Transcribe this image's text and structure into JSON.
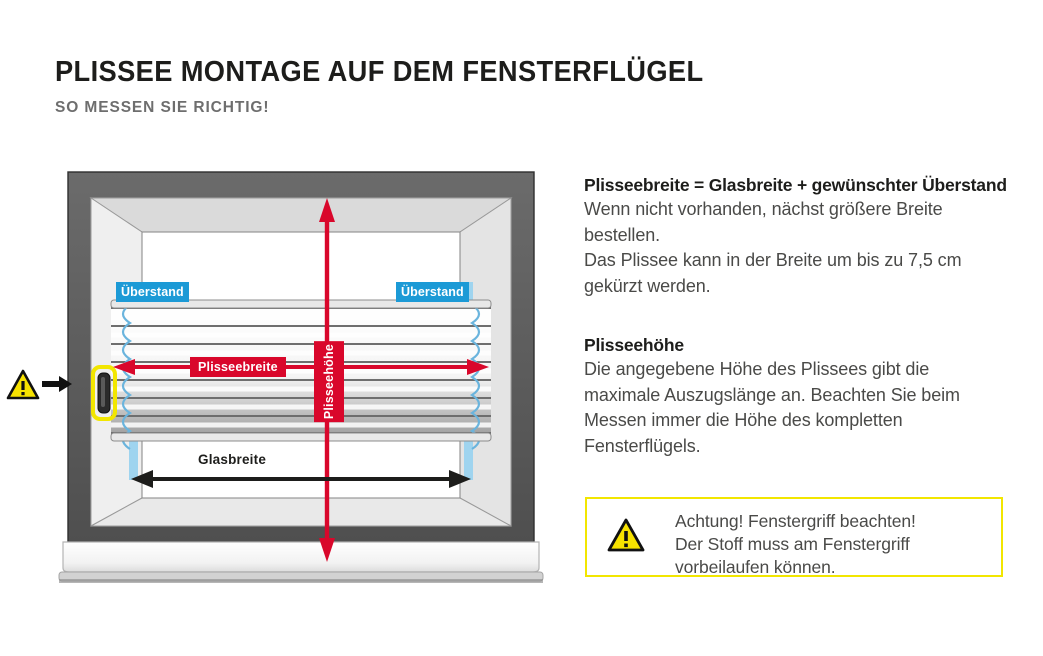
{
  "header": {
    "title": "PLISSEE MONTAGE AUF DEM FENSTERFLÜGEL",
    "subtitle": "SO MESSEN SIE RICHTIG!"
  },
  "content": {
    "width_section": {
      "heading": "Plisseebreite = Glasbreite + gewünschter Überstand",
      "lines": [
        "Wenn nicht vorhanden, nächst größere Breite",
        "bestellen.",
        "Das Plissee kann in der Breite um bis zu 7,5 cm",
        "gekürzt werden."
      ]
    },
    "height_section": {
      "heading": "Plisseehöhe",
      "lines": [
        "Die angegebene Höhe des Plissees gibt die",
        "maximale Auszugslänge an. Beachten Sie beim",
        "Messen immer die Höhe des kompletten",
        "Fensterflügels."
      ]
    },
    "warning": {
      "icon": "warning-triangle-icon",
      "lines": [
        "Achtung! Fenstergriff beachten!",
        "Der Stoff muss am Fenstergriff",
        "vorbeilaufen können."
      ]
    }
  },
  "diagram": {
    "name": "window-measurement-diagram",
    "exterior_warning_icon": "warning-triangle-icon",
    "exterior_arrow_icon": "arrow-right-icon",
    "labels": {
      "overhang_left": "Überstand",
      "overhang_right": "Überstand",
      "pleat_width": "Plisseebreite",
      "pleat_height": "Plisseehöhe",
      "glass_width": "Glasbreite"
    },
    "colors": {
      "overhang_badge": "#1c9ad6",
      "measure_red": "#d9072b",
      "measure_black": "#1d1d1b",
      "wall": "#5d5d5d",
      "frame_light": "#ededed",
      "frame_mid": "#d6d6d6",
      "handle_highlight": "#f2e600",
      "warning_border": "#f2e600"
    }
  }
}
